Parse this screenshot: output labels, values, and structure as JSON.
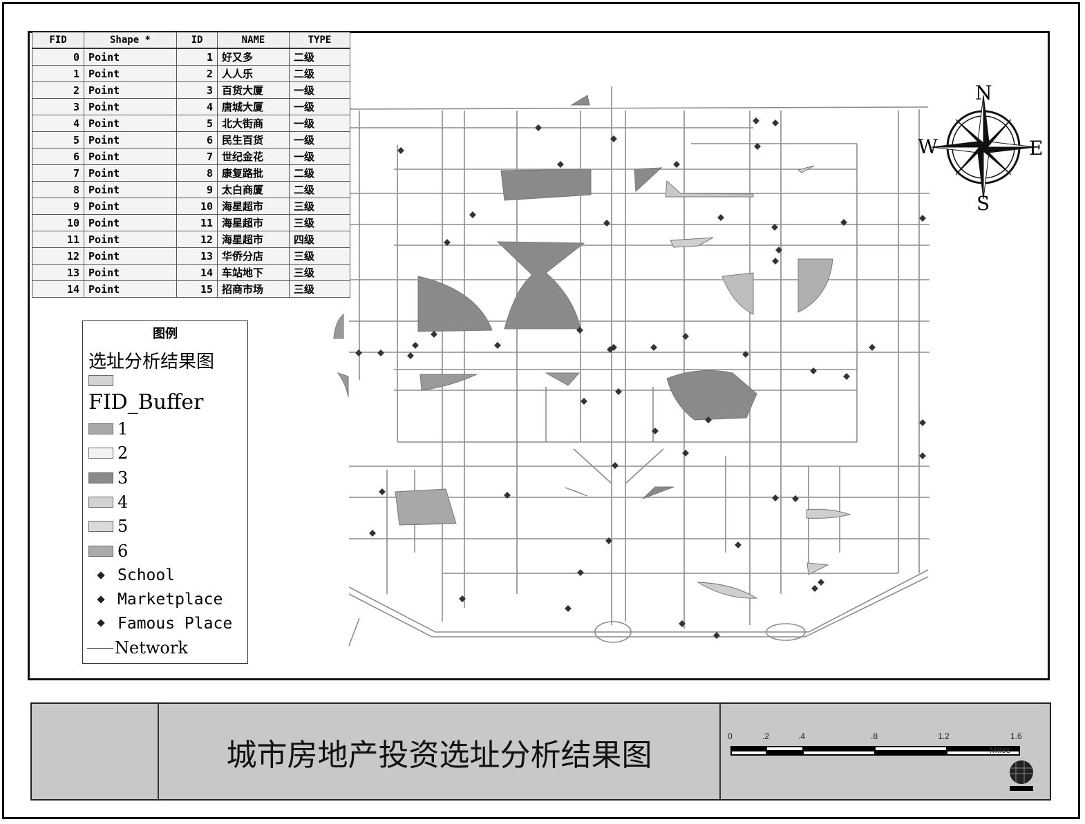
{
  "attribute_table": {
    "headers": [
      "FID",
      "Shape *",
      "ID",
      "NAME",
      "TYPE"
    ],
    "rows": [
      [
        "0",
        "Point",
        "1",
        "好又多",
        "二级"
      ],
      [
        "1",
        "Point",
        "2",
        "人人乐",
        "二级"
      ],
      [
        "2",
        "Point",
        "3",
        "百货大厦",
        "一级"
      ],
      [
        "3",
        "Point",
        "4",
        "唐城大厦",
        "一级"
      ],
      [
        "4",
        "Point",
        "5",
        "北大街商",
        "一级"
      ],
      [
        "5",
        "Point",
        "6",
        "民生百货",
        "一级"
      ],
      [
        "6",
        "Point",
        "7",
        "世纪金花",
        "一级"
      ],
      [
        "7",
        "Point",
        "8",
        "康复路批",
        "二级"
      ],
      [
        "8",
        "Point",
        "9",
        "太白商厦",
        "二级"
      ],
      [
        "9",
        "Point",
        "10",
        "海星超市",
        "三级"
      ],
      [
        "10",
        "Point",
        "11",
        "海星超市",
        "三级"
      ],
      [
        "11",
        "Point",
        "12",
        "海星超市",
        "四级"
      ],
      [
        "12",
        "Point",
        "13",
        "华侨分店",
        "三级"
      ],
      [
        "13",
        "Point",
        "14",
        "车站地下",
        "三级"
      ],
      [
        "14",
        "Point",
        "15",
        "招商市场",
        "三级"
      ]
    ]
  },
  "legend": {
    "title": "图例",
    "layer1": "选址分析结果图",
    "layer2": "FID_Buffer",
    "classes": [
      {
        "label": "1",
        "color": "#a8a8a8"
      },
      {
        "label": "2",
        "color": "#f2f2f2"
      },
      {
        "label": "3",
        "color": "#8a8a8a"
      },
      {
        "label": "4",
        "color": "#d2d2d2"
      },
      {
        "label": "5",
        "color": "#dadada"
      },
      {
        "label": "6",
        "color": "#ababab"
      }
    ],
    "result_color": "#d4d4d4",
    "points": [
      "School",
      "Marketplace",
      "Famous Place"
    ],
    "line": "Network"
  },
  "compass": {
    "n": "N",
    "s": "S",
    "e": "E",
    "w": "W"
  },
  "bottom": {
    "title": "城市房地产投资选址分析结果图",
    "scale_labels": [
      "0",
      ".2",
      ".4",
      ".8",
      "1.2",
      "1.6"
    ],
    "scale_unit": "Miles"
  }
}
